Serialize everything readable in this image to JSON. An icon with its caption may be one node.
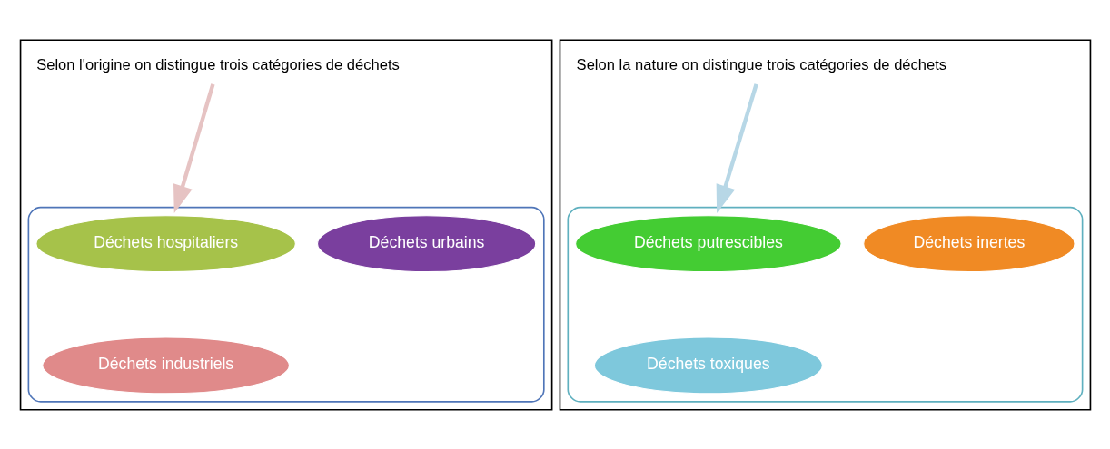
{
  "diagram": {
    "nodes": [
      {
        "text": [],
        "shape": "box"
      },
      {
        "text": [
          "Selon l'origine on distingue trois catégories de déchets"
        ],
        "in": 0
      },
      {
        "text": [],
        "shape": "funnel",
        "in": 0
      },
      {
        "text": [
          "Déchets hospitaliers"
        ],
        "in": 2
      },
      {
        "text": [
          "Déchets urbains"
        ],
        "in": 2
      },
      {
        "text": [
          "Déchets industriels"
        ],
        "in": 2
      },
      {
        "text": [],
        "shape": "box"
      },
      {
        "text": [
          "Selon la nature on distingue trois catégories de déchets"
        ],
        "in": 6
      },
      {
        "text": [],
        "shape": "funnel",
        "in": 6
      },
      {
        "text": [
          "Déchets putrescibles"
        ],
        "in": 8
      },
      {
        "text": [
          "Déchets inertes"
        ],
        "in": 8
      },
      {
        "text": [
          "Déchets toxiques"
        ],
        "in": 8
      }
    ],
    "edges": [
      {
        "from": 1,
        "to": 2,
        "arrow": "to",
        "color": "#e6c3c3"
      },
      {
        "from": 7,
        "to": 8,
        "arrow": "to",
        "color": "#b7d7e6"
      }
    ]
  }
}
